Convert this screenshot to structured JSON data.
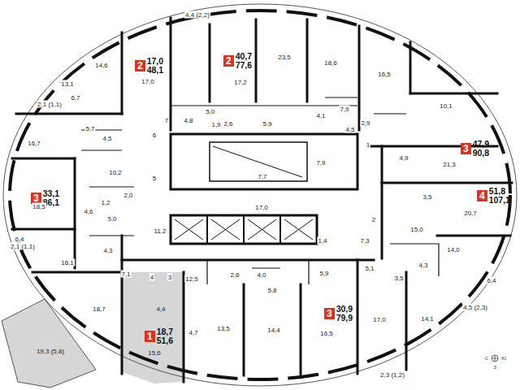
{
  "diagram": {
    "nodes": [
      {
        "text": [
          "2",
          "17,0",
          "48,1"
        ]
      },
      {
        "text": [
          "2",
          "40,7",
          "77,6"
        ]
      },
      {
        "text": [
          "3",
          "47,9",
          "90,8"
        ]
      },
      {
        "text": [
          "3",
          "33,1",
          "86,1"
        ]
      },
      {
        "text": [
          "4",
          "51,8",
          "107,1"
        ]
      },
      {
        "text": [
          "3",
          "30,9",
          "79,9"
        ]
      },
      {
        "text": [
          "1",
          "18,7",
          "51,6"
        ]
      }
    ],
    "labels": [
      "4,4 (2,2)",
      "14,6",
      "13,1",
      "17,0",
      "6,7",
      "2,1 (1,1)",
      "16,7",
      "5,7",
      "4,5",
      "6",
      "7",
      "4,8",
      "17,2",
      "23,5",
      "5,0",
      "1,9",
      "2,6",
      "5,9",
      "18,6",
      "4,1",
      "16,5",
      "7,9",
      "4,5",
      "2,9",
      "10,1",
      "1",
      "4,9",
      "21,3",
      "7,7",
      "7,9",
      "17,0",
      "11,2",
      "1,4",
      "7,3",
      "2",
      "5",
      "18,5",
      "10,2",
      "2,0",
      "1,2",
      "4,6",
      "5,0",
      "6,4",
      "4,3",
      "2,1 (1,1)",
      "16,1",
      "3,5",
      "20,7",
      "15,0",
      "14,0",
      "4,3",
      "3,5",
      "6,4",
      "5,1",
      "4,5 (2,3)",
      "7,1",
      "4",
      "3",
      "12,5",
      "2,6",
      "4,0",
      "5,8",
      "5,9",
      "18,7",
      "4,4",
      "19,3 (5,8)",
      "15,6",
      "4,7",
      "13,5",
      "14,4",
      "16,5",
      "17,0",
      "14,1",
      "2,3 (1,2)",
      "С",
      "Ю",
      "З"
    ]
  }
}
